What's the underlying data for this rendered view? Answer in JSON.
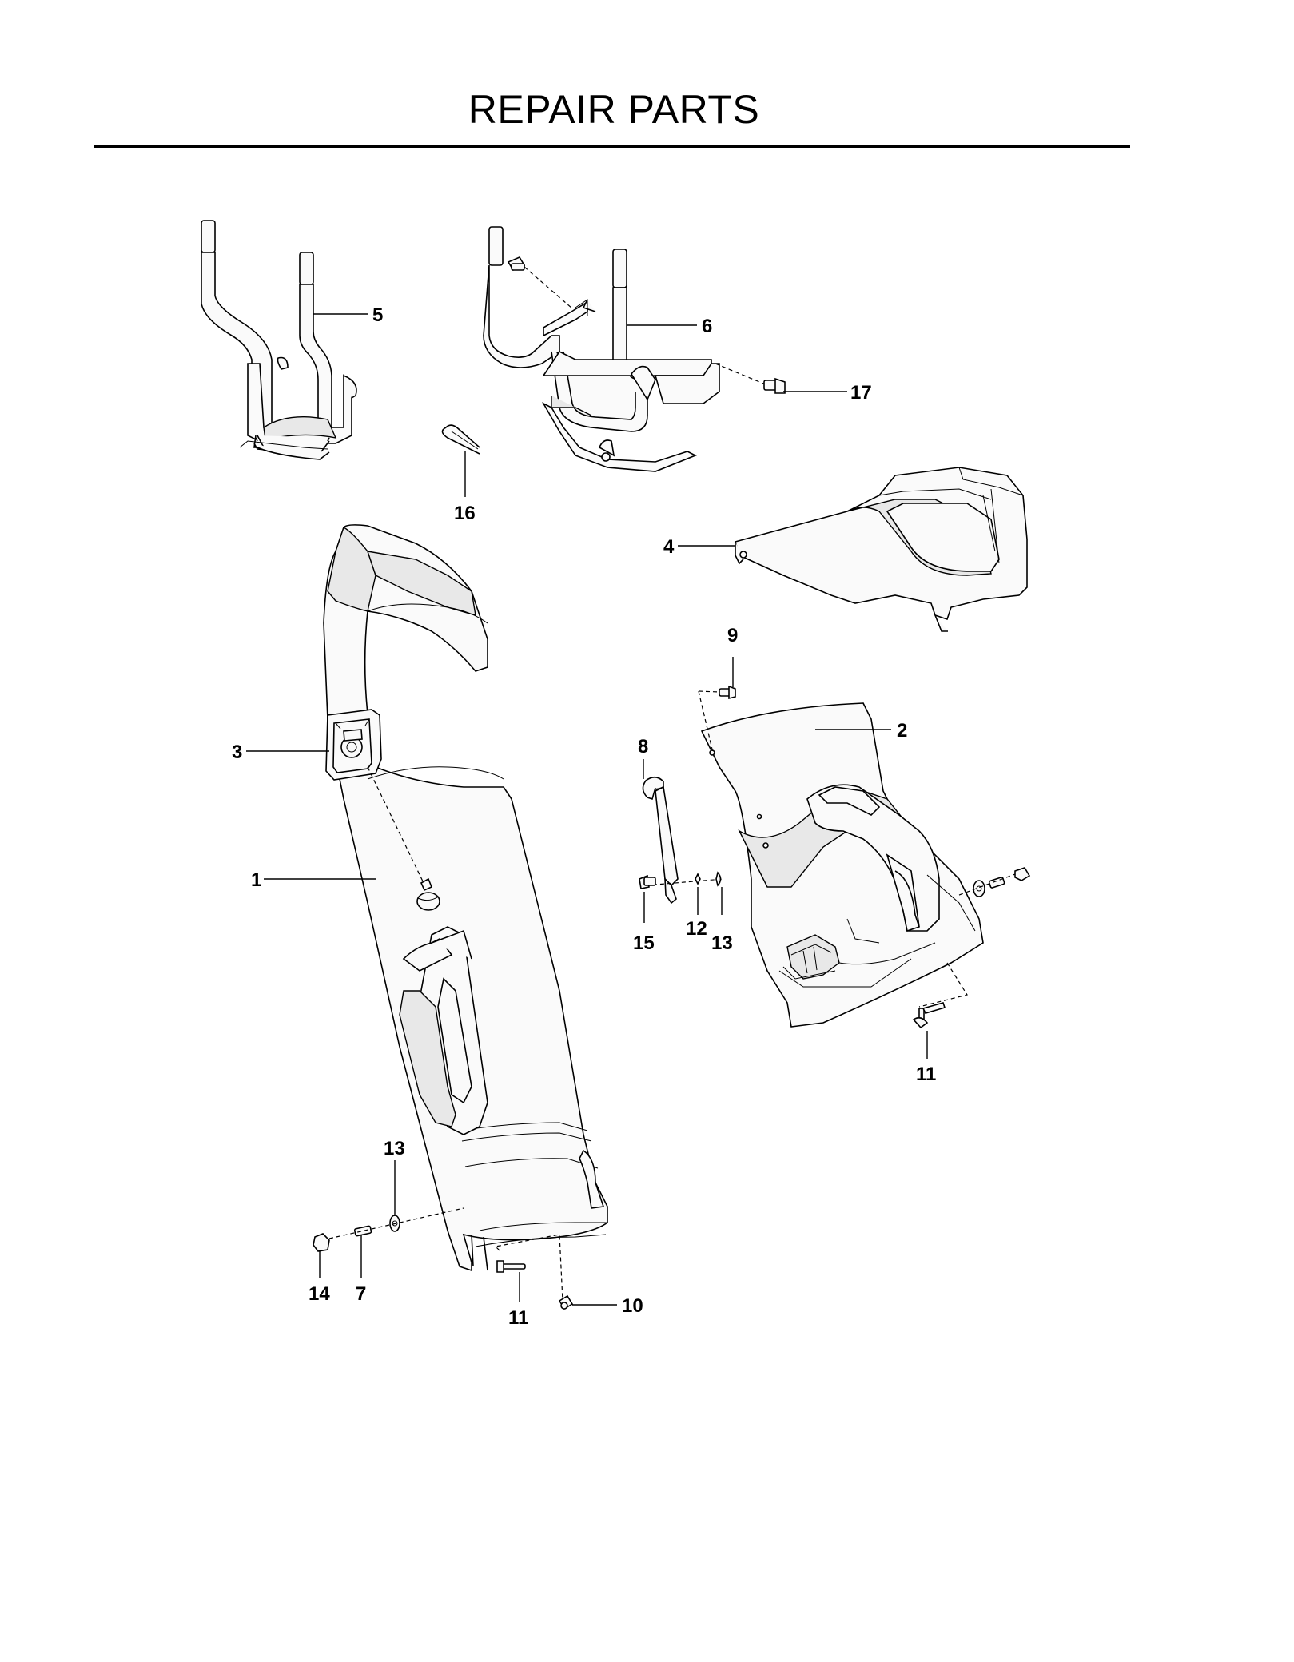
{
  "page": {
    "title": "REPAIR PARTS"
  },
  "callouts": [
    {
      "id": "c1",
      "label": "1"
    },
    {
      "id": "c2",
      "label": "2"
    },
    {
      "id": "c3",
      "label": "3"
    },
    {
      "id": "c4",
      "label": "4"
    },
    {
      "id": "c5",
      "label": "5"
    },
    {
      "id": "c6",
      "label": "6"
    },
    {
      "id": "c7",
      "label": "7"
    },
    {
      "id": "c8",
      "label": "8"
    },
    {
      "id": "c9",
      "label": "9"
    },
    {
      "id": "c10",
      "label": "10"
    },
    {
      "id": "c11a",
      "label": "11"
    },
    {
      "id": "c11b",
      "label": "11"
    },
    {
      "id": "c12",
      "label": "12"
    },
    {
      "id": "c13a",
      "label": "13"
    },
    {
      "id": "c13b",
      "label": "13"
    },
    {
      "id": "c14",
      "label": "14"
    },
    {
      "id": "c15",
      "label": "15"
    },
    {
      "id": "c16",
      "label": "16"
    },
    {
      "id": "c17",
      "label": "17"
    }
  ]
}
